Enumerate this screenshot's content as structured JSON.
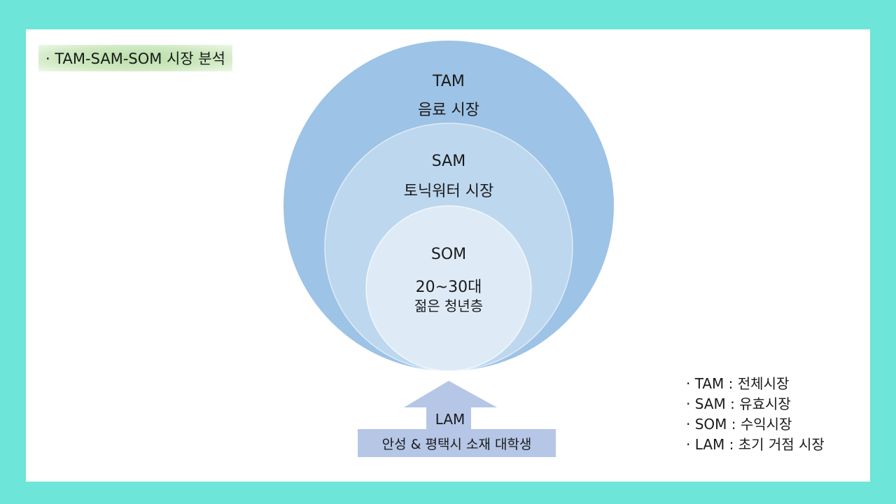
{
  "heading": "·  TAM-SAM-SOM 시장 분석",
  "colors": {
    "background": "#6de5d8",
    "tam_fill": "#9dc3e6",
    "sam_fill": "#bdd7ee",
    "som_fill": "#deebf7",
    "lam_fill": "#b5c6e6"
  },
  "circles": {
    "tam": {
      "title": "TAM",
      "subtitle": "음료 시장"
    },
    "sam": {
      "title": "SAM",
      "subtitle": "토닉워터 시장"
    },
    "som": {
      "title": "SOM",
      "subtitle": "20~30대",
      "subtitle2": "젊은 청년층"
    }
  },
  "lam": {
    "title": "LAM",
    "subtitle": "안성 & 평택시 소재 대학생"
  },
  "legend": [
    "·  TAM : 전체시장",
    "·  SAM : 유효시장",
    "·  SOM : 수익시장",
    "·  LAM : 초기 거점 시장"
  ]
}
